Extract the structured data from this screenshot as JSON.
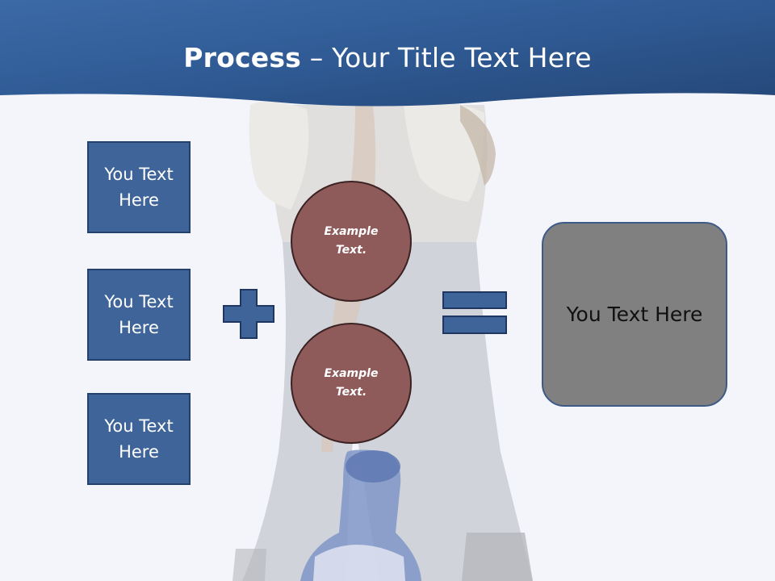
{
  "slide": {
    "title_bold": "Process",
    "title_rest": " – Your Title Text Here",
    "left_boxes": [
      {
        "label": "You Text Here"
      },
      {
        "label": "You Text Here"
      },
      {
        "label": "You Text Here"
      }
    ],
    "circles": [
      {
        "label": "Example Text."
      },
      {
        "label": "Example Text."
      }
    ],
    "result_label": "You Text Here",
    "icons": {
      "plus": "plus-icon",
      "equals": "equals-icon"
    },
    "colors": {
      "header": "#2e5690",
      "box": "#3f6499",
      "circle": "#8e5a5a",
      "result": "#808080"
    }
  }
}
